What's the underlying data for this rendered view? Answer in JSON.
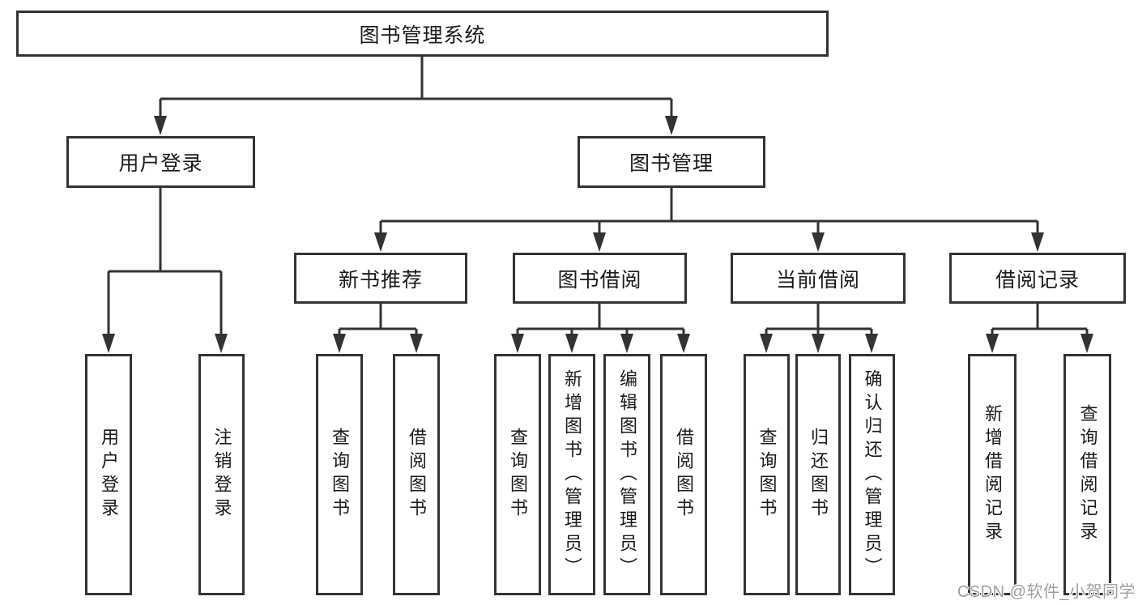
{
  "tree": {
    "label": "图书管理系统",
    "children": [
      {
        "label": "用户登录",
        "children": [
          {
            "label": "用户登录"
          },
          {
            "label": "注销登录"
          }
        ]
      },
      {
        "label": "图书管理",
        "children": [
          {
            "label": "新书推荐",
            "children": [
              {
                "label": "查询图书"
              },
              {
                "label": "借阅图书"
              }
            ]
          },
          {
            "label": "图书借阅",
            "children": [
              {
                "label": "查询图书"
              },
              {
                "label": "新增图书（管理员）"
              },
              {
                "label": "编辑图书（管理员）"
              },
              {
                "label": "借阅图书"
              }
            ]
          },
          {
            "label": "当前借阅",
            "children": [
              {
                "label": "查询图书"
              },
              {
                "label": "归还图书"
              },
              {
                "label": "确认归还（管理员）"
              }
            ]
          },
          {
            "label": "借阅记录",
            "children": [
              {
                "label": "新增借阅记录"
              },
              {
                "label": "查询借阅记录"
              }
            ]
          }
        ]
      }
    ]
  },
  "watermark": "CSDN @软件_小贺同学",
  "colors": {
    "line": "#333333",
    "text": "#1a1a1a",
    "background": "#ffffff",
    "watermark": "#9e9e9e"
  }
}
